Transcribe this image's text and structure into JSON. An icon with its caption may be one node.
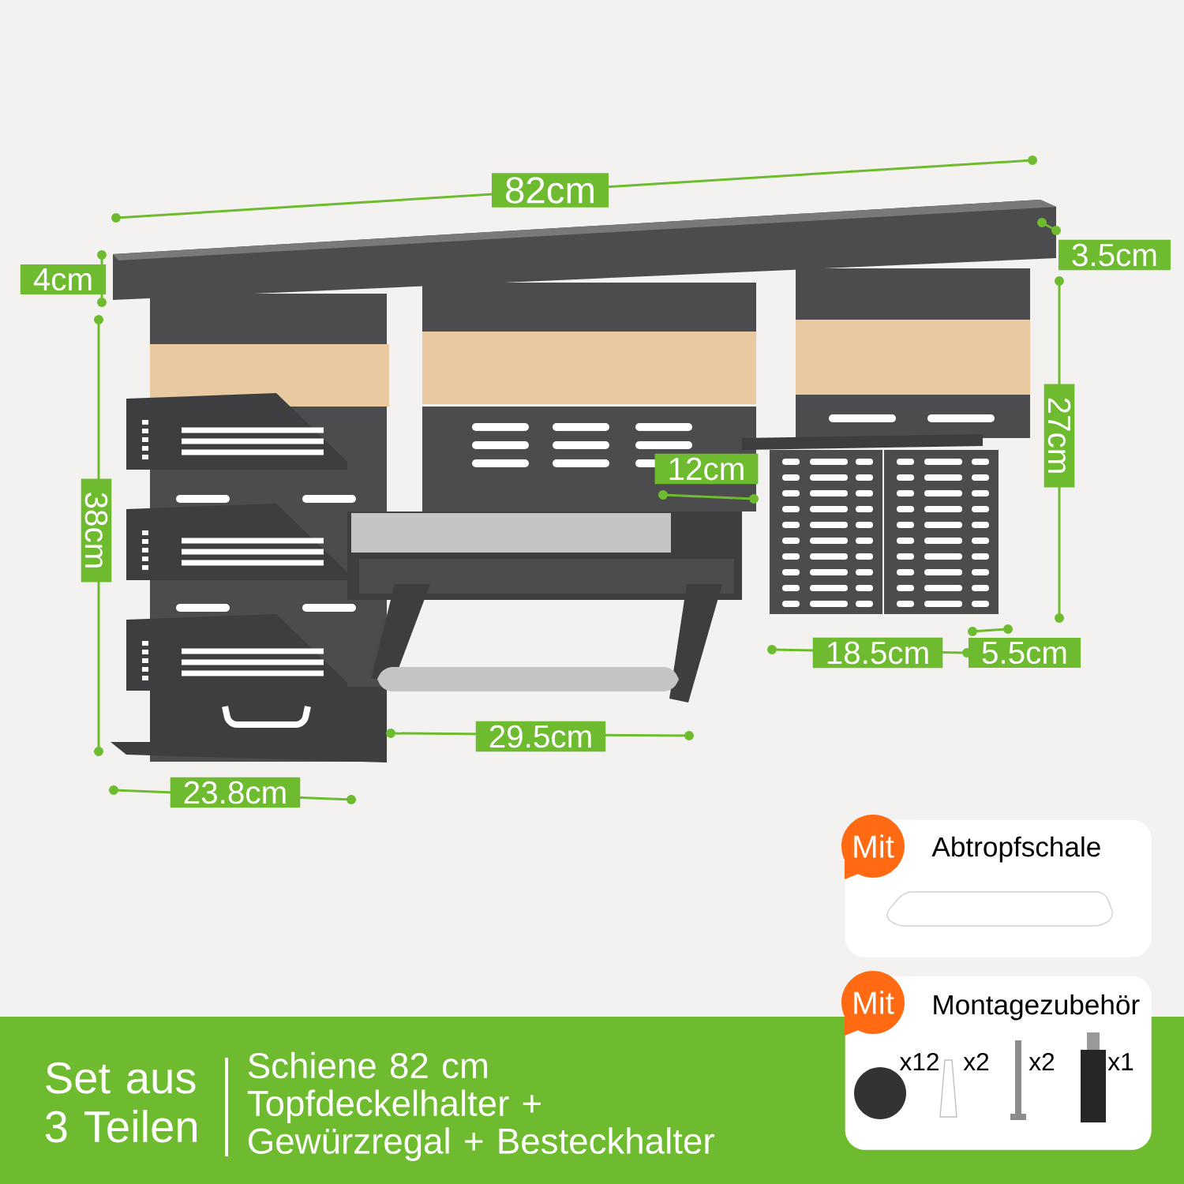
{
  "diagram": {
    "nodes": [
      {
        "text": [
          "Mit",
          "Abtropfschale"
        ]
      },
      {
        "text": [
          "Mit",
          "Montagezubehör"
        ]
      }
    ],
    "labels": [
      "82cm",
      "3.5cm",
      "4cm",
      "38cm",
      "27cm",
      "12cm",
      "18.5cm",
      "5.5cm",
      "29.5cm",
      "23.8cm",
      "Set aus 3 Teilen",
      "Schiene 82 cm Topfdeckelhalter + Gewürzregal + Besteckhalter",
      "x12",
      "x2",
      "x2",
      "x1"
    ]
  }
}
